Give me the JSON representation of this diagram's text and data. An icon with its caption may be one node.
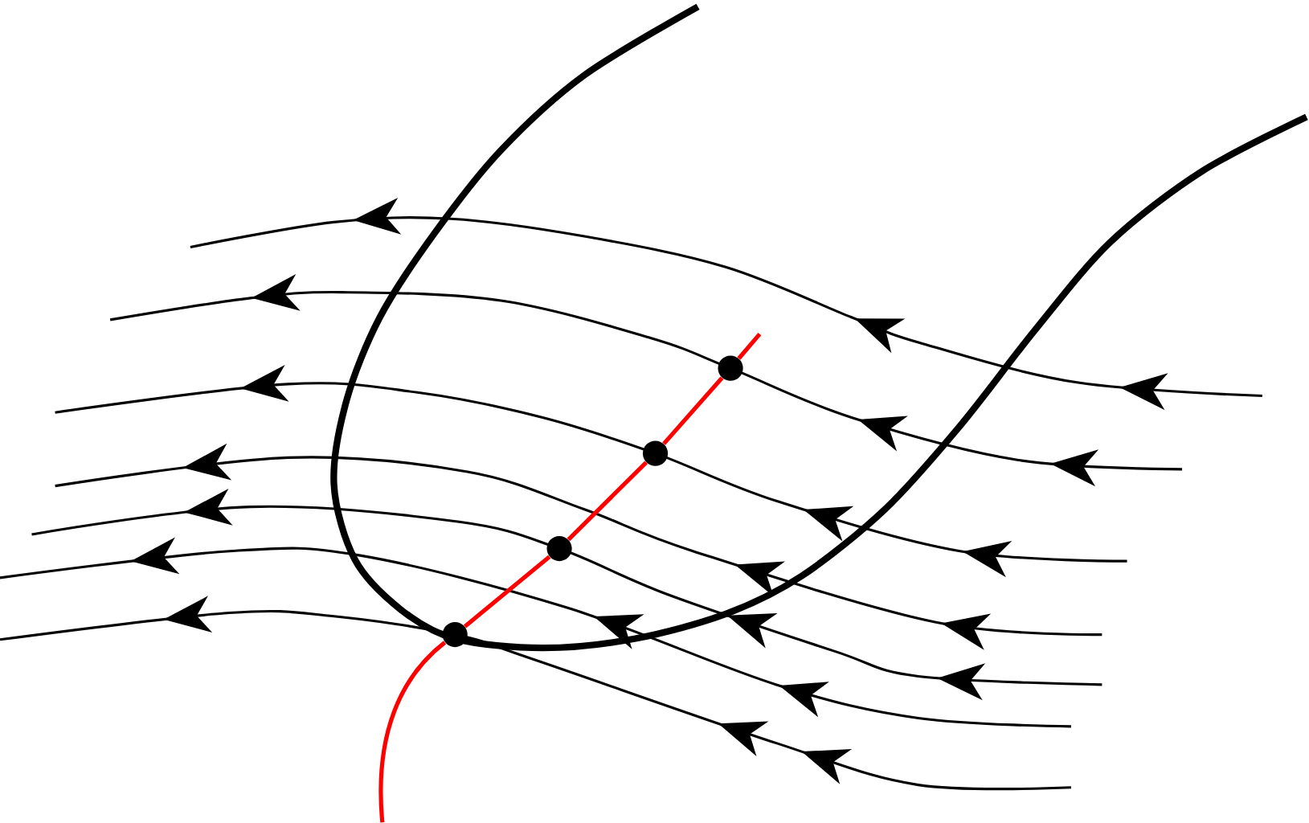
{
  "diagram": {
    "nodes": [
      {
        "text": [],
        "shape": "circle"
      },
      {
        "text": [],
        "shape": "circle"
      },
      {
        "text": [],
        "shape": "circle"
      },
      {
        "text": [],
        "shape": "circle"
      }
    ],
    "edges": [
      {
        "from": null,
        "to": 0,
        "arrow": "none",
        "color": "#ff0000"
      },
      {
        "from": 0,
        "to": 1,
        "arrow": "none",
        "color": "#ff0000"
      },
      {
        "from": 1,
        "to": 2,
        "arrow": "none",
        "color": "#ff0000"
      },
      {
        "from": 2,
        "to": 3,
        "arrow": "none",
        "color": "#ff0000"
      },
      {
        "from": 3,
        "to": null,
        "arrow": "none",
        "color": "#ff0000"
      }
    ]
  }
}
